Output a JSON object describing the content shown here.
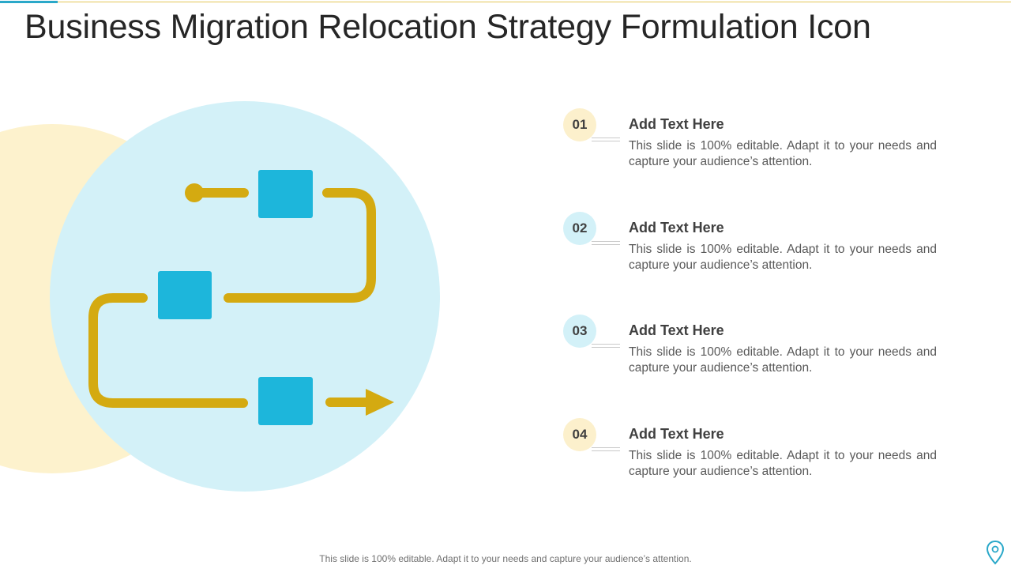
{
  "title": "Business Migration Relocation Strategy Formulation Icon",
  "items": [
    {
      "number": "01",
      "heading": "Add Text Here",
      "body": "This slide is 100% editable. Adapt it to your needs and capture your audience’s attention."
    },
    {
      "number": "02",
      "heading": "Add Text Here",
      "body": "This slide is 100% editable. Adapt it to your needs and capture your audience’s attention."
    },
    {
      "number": "03",
      "heading": "Add Text Here",
      "body": "This slide is 100% editable. Adapt it to your needs and capture your audience’s attention."
    },
    {
      "number": "04",
      "heading": "Add Text Here",
      "body": "This slide is 100% editable. Adapt it to your needs and capture your audience’s attention."
    }
  ],
  "footer": "This slide is 100% editable. Adapt it to your needs and capture your audience’s attention.",
  "colors": {
    "accent_yellow": "#d4aa11",
    "accent_blue": "#1db6db",
    "circle_blue_light": "#d3f1f8",
    "circle_yellow_light": "#fcf0cc"
  },
  "icons": [
    "migration-path-icon",
    "location-pin-icon"
  ]
}
